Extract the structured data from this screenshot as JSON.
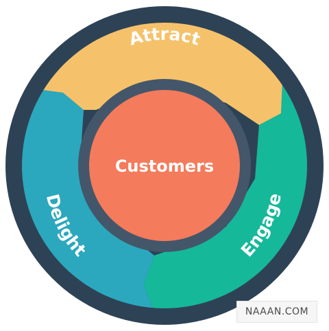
{
  "diagram": {
    "center_label": "Customers",
    "segments": [
      {
        "id": "attract",
        "label": "Attract",
        "color": "#F5C26B"
      },
      {
        "id": "engage",
        "label": "Engage",
        "color": "#16B89A"
      },
      {
        "id": "delight",
        "label": "Delight",
        "color": "#2BA8BD"
      }
    ],
    "colors": {
      "outer_ring": "#2E4256",
      "inner_ring": "#44566A",
      "center": "#F47B5C",
      "text": "#FFFFFF"
    }
  },
  "watermark": {
    "text": "NAAAN.COM"
  }
}
